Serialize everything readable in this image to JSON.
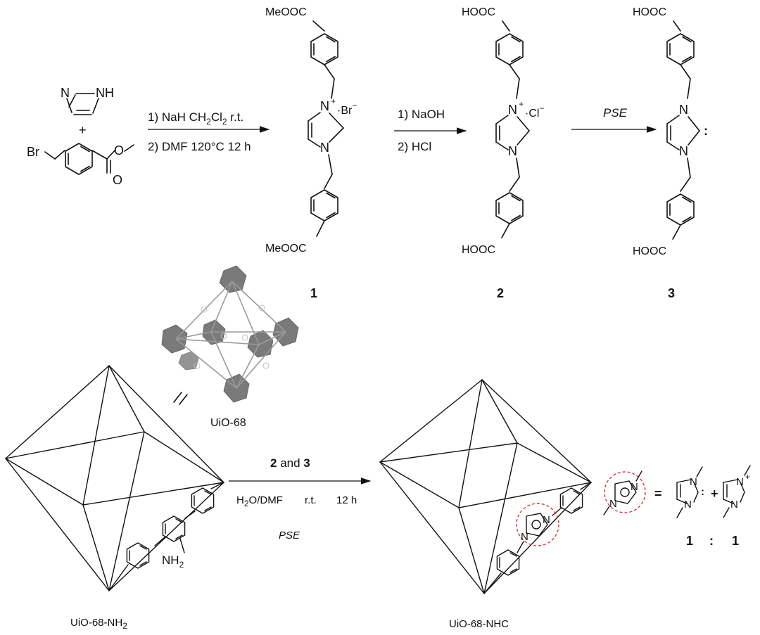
{
  "imidazole": {
    "nh": "NH",
    "n": "N"
  },
  "plus_sign": "+",
  "bromide": {
    "br": "Br",
    "o_ester": "O",
    "o_carbonyl": "O"
  },
  "step1": {
    "line1_a": "1) NaH  CH",
    "line1_sub1": "2",
    "line1_b": "Cl",
    "line1_sub2": "2",
    "line1_c": "  r.t.",
    "line2": "2) DMF 120°C 12 h"
  },
  "step2": {
    "line1": "1) NaOH",
    "line2": "2) HCl"
  },
  "step3": {
    "label": "PSE"
  },
  "compound1": {
    "top": "MeOOC",
    "bottom": "MeOOC",
    "n_top": "N",
    "n_bottom": "N",
    "charge": "+",
    "counter": "·Br",
    "counter_charge": "−",
    "number": "1"
  },
  "compound2": {
    "top": "HOOC",
    "bottom": "HOOC",
    "n_top": "N",
    "n_bottom": "N",
    "charge": "+",
    "counter": "·Cl",
    "counter_charge": "−",
    "number": "2"
  },
  "compound3": {
    "top": "HOOC",
    "bottom": "HOOC",
    "n_top": "N",
    "n_bottom": "N",
    "carbene": ":",
    "number": "3"
  },
  "equals_sign": "=",
  "uio68": {
    "label": "UiO-68"
  },
  "uio68_nh2": {
    "label_a": "UiO-68-NH",
    "label_sub": "2",
    "nh2": "NH",
    "nh2_sub": "2"
  },
  "bottom_reaction": {
    "reagents_a": "2",
    "reagents_and": " and ",
    "reagents_b": "3",
    "cond_a": "H",
    "cond_sub": "2",
    "cond_b": "O/DMF",
    "cond_rt": "r.t.",
    "cond_time": "12 h",
    "pse": "PSE"
  },
  "uio68_nhc": {
    "label": "UiO-68-NHC",
    "n1": "N",
    "n2": "N"
  },
  "equilibrium": {
    "equals": "=",
    "plus": "+",
    "n": "N",
    "carbene": ":",
    "charge": "+",
    "ratio_a": "1",
    "ratio_colon": ":",
    "ratio_b": "1"
  }
}
